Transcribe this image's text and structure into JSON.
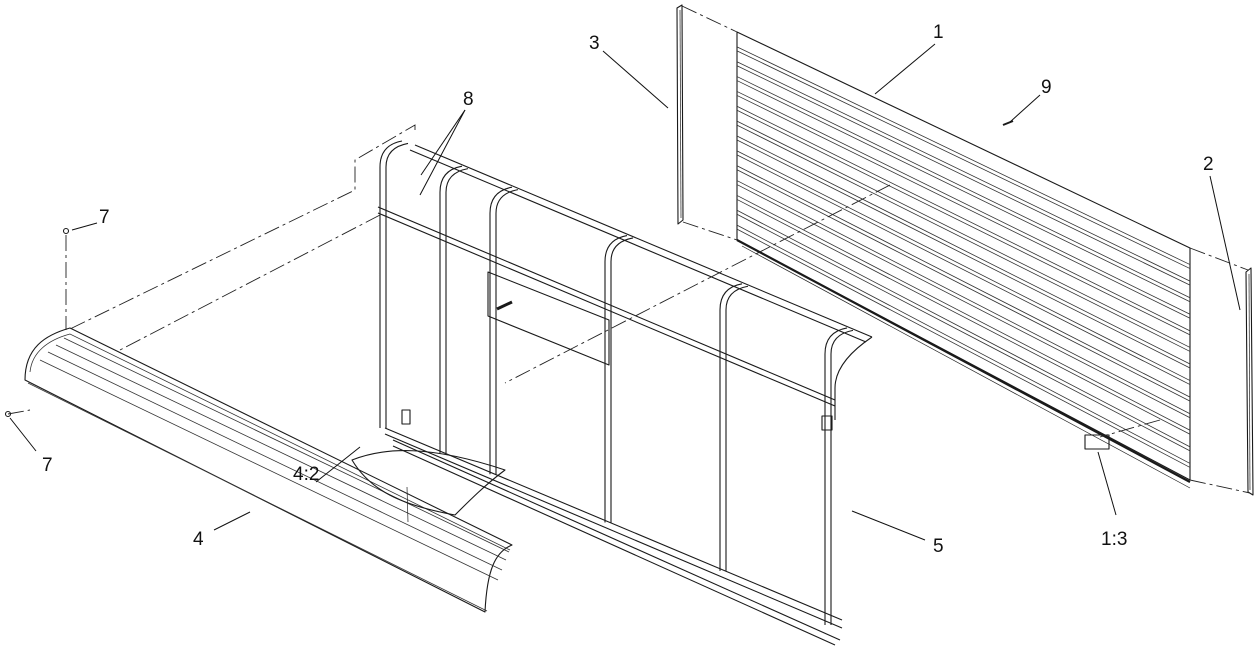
{
  "callouts": {
    "c1": "1",
    "c2": "2",
    "c3": "3",
    "c4": "4",
    "c4_2": "4:2",
    "c5": "5",
    "c7_top": "7",
    "c7_left": "7",
    "c8": "8",
    "c9": "9",
    "c1_3": "1:3"
  },
  "colors": {
    "line": "#1a1a1a",
    "background": "#ffffff"
  }
}
